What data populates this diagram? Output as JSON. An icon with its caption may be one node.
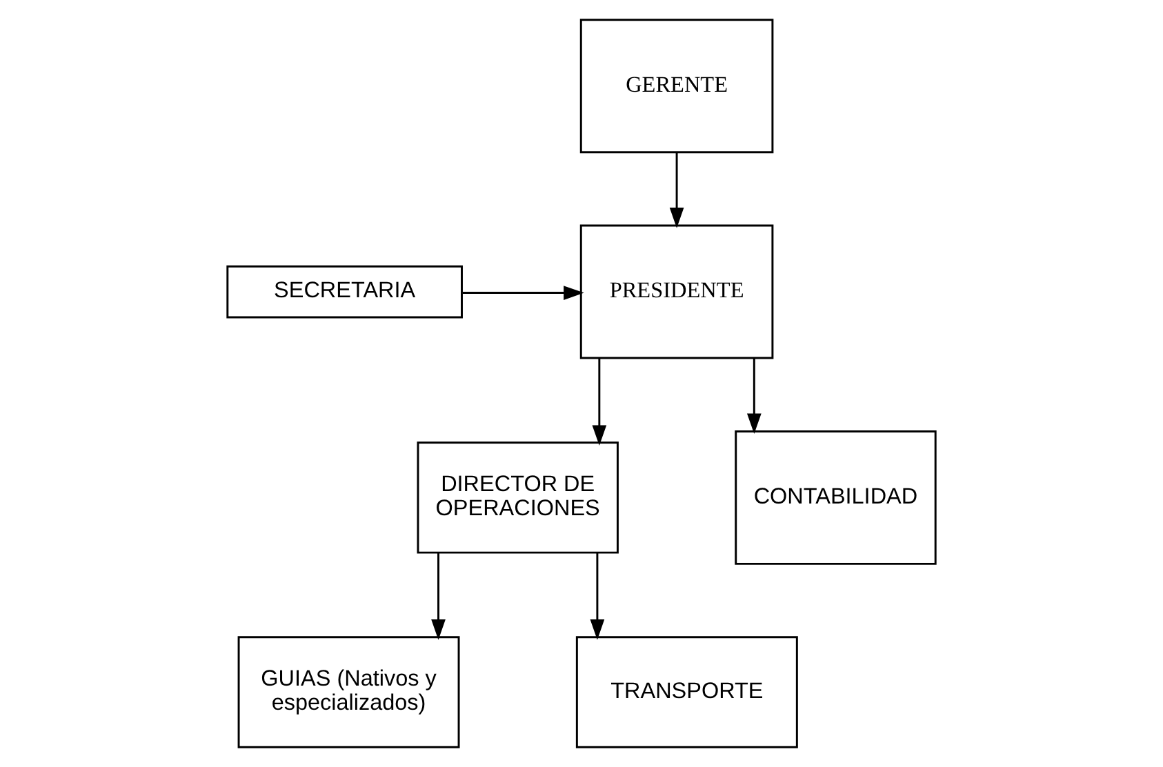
{
  "diagram": {
    "nodes": [
      {
        "text": [
          "GERENTE"
        ]
      },
      {
        "text": [
          "PRESIDENTE"
        ]
      },
      {
        "text": [
          "SECRETARIA"
        ]
      },
      {
        "text": [
          "DIRECTOR DE OPERACIONES"
        ]
      },
      {
        "text": [
          "CONTABILIDAD"
        ]
      },
      {
        "text": [
          "GUIAS (Nativos y especializados)"
        ]
      },
      {
        "text": [
          "TRANSPORTE"
        ]
      }
    ],
    "edges": [
      {
        "from": 0,
        "to": 1,
        "arrow": "to"
      },
      {
        "from": 2,
        "to": 1,
        "arrow": "to"
      },
      {
        "from": 1,
        "to": 3,
        "arrow": "to"
      },
      {
        "from": 1,
        "to": 4,
        "arrow": "to"
      },
      {
        "from": 3,
        "to": 5,
        "arrow": "to"
      },
      {
        "from": 3,
        "to": 6,
        "arrow": "to"
      }
    ]
  }
}
